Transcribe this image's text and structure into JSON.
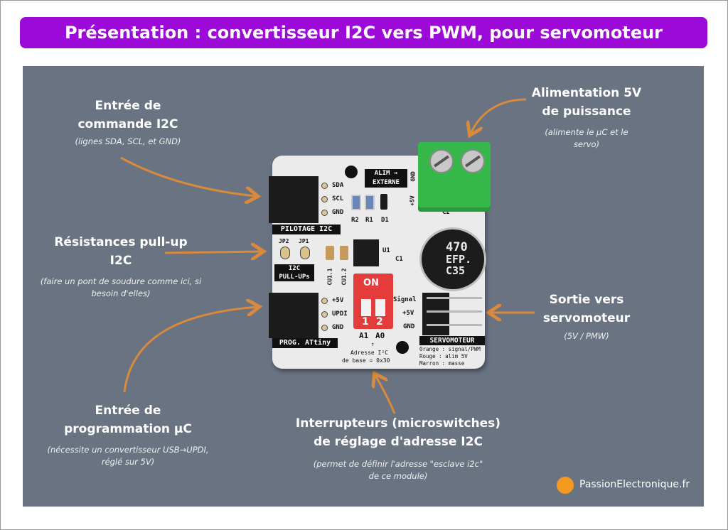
{
  "title": "Présentation : convertisseur I2C vers PWM, pour servomoteur",
  "callouts": {
    "i2c_input": {
      "title": "Entrée de commande I2C",
      "subtitle": "(lignes SDA, SCL, et GND)"
    },
    "pullup": {
      "title": "Résistances pull-up I2C",
      "subtitle": "(faire un pont de soudure comme ici, si besoin d'elles)"
    },
    "prog_input": {
      "title": "Entrée de programmation µC",
      "subtitle": "(nécessite un convertisseur USB→UPDI, réglé sur 5V)"
    },
    "power": {
      "title": "Alimentation 5V de puissance",
      "subtitle": "(alimente le µC et le servo)"
    },
    "servo_out": {
      "title": "Sortie vers servomoteur",
      "subtitle": "(5V / PMW)"
    },
    "switches": {
      "title": "Interrupteurs (microswitches) de réglage d'adresse I2C",
      "subtitle": "(permet de définir l'adresse \"esclave i2c\" de ce module)"
    }
  },
  "board": {
    "pilotage_label": "PILOTAGE I2C",
    "pilotage_pins": [
      "SDA",
      "SCL",
      "GND"
    ],
    "prog_label": "PROG. ATtiny",
    "prog_pins": [
      "+5V",
      "UPDI",
      "GND"
    ],
    "alim_label_1": "ALIM →",
    "alim_label_2": "EXTERNE",
    "alim_pins": [
      "GND",
      "+5V"
    ],
    "refs": {
      "r2": "R2",
      "r1": "R1",
      "d1": "D1",
      "u1": "U1",
      "c1": "C1",
      "c2": "C2",
      "cu11": "CU1.1",
      "cu12": "CU1.2",
      "jp2": "JP2",
      "jp1": "JP1"
    },
    "i2c_pullups_1": "I2C",
    "i2c_pullups_2": "PULL-UPs",
    "dip_on": "ON",
    "dip_1": "1",
    "dip_2": "2",
    "a1": "A1",
    "a0": "A0",
    "addr_arrow": "↑",
    "addr_1": "Adresse I²C",
    "addr_2": "de base = 0x30",
    "servo_pins": [
      "Signal",
      "+5V",
      "GND"
    ],
    "servo_label": "SERVOMOTEUR",
    "servo_wires": [
      "Orange : signal/PWM",
      "Rouge  : alim 5V",
      "Marron : masse"
    ],
    "cap_1": "470",
    "cap_2": "EFP.",
    "cap_3": "C35"
  },
  "brand": "PassionElectronique.fr",
  "colors": {
    "banner": "#9b0ad6",
    "panel": "#697381",
    "arrow": "#d98a3c"
  }
}
